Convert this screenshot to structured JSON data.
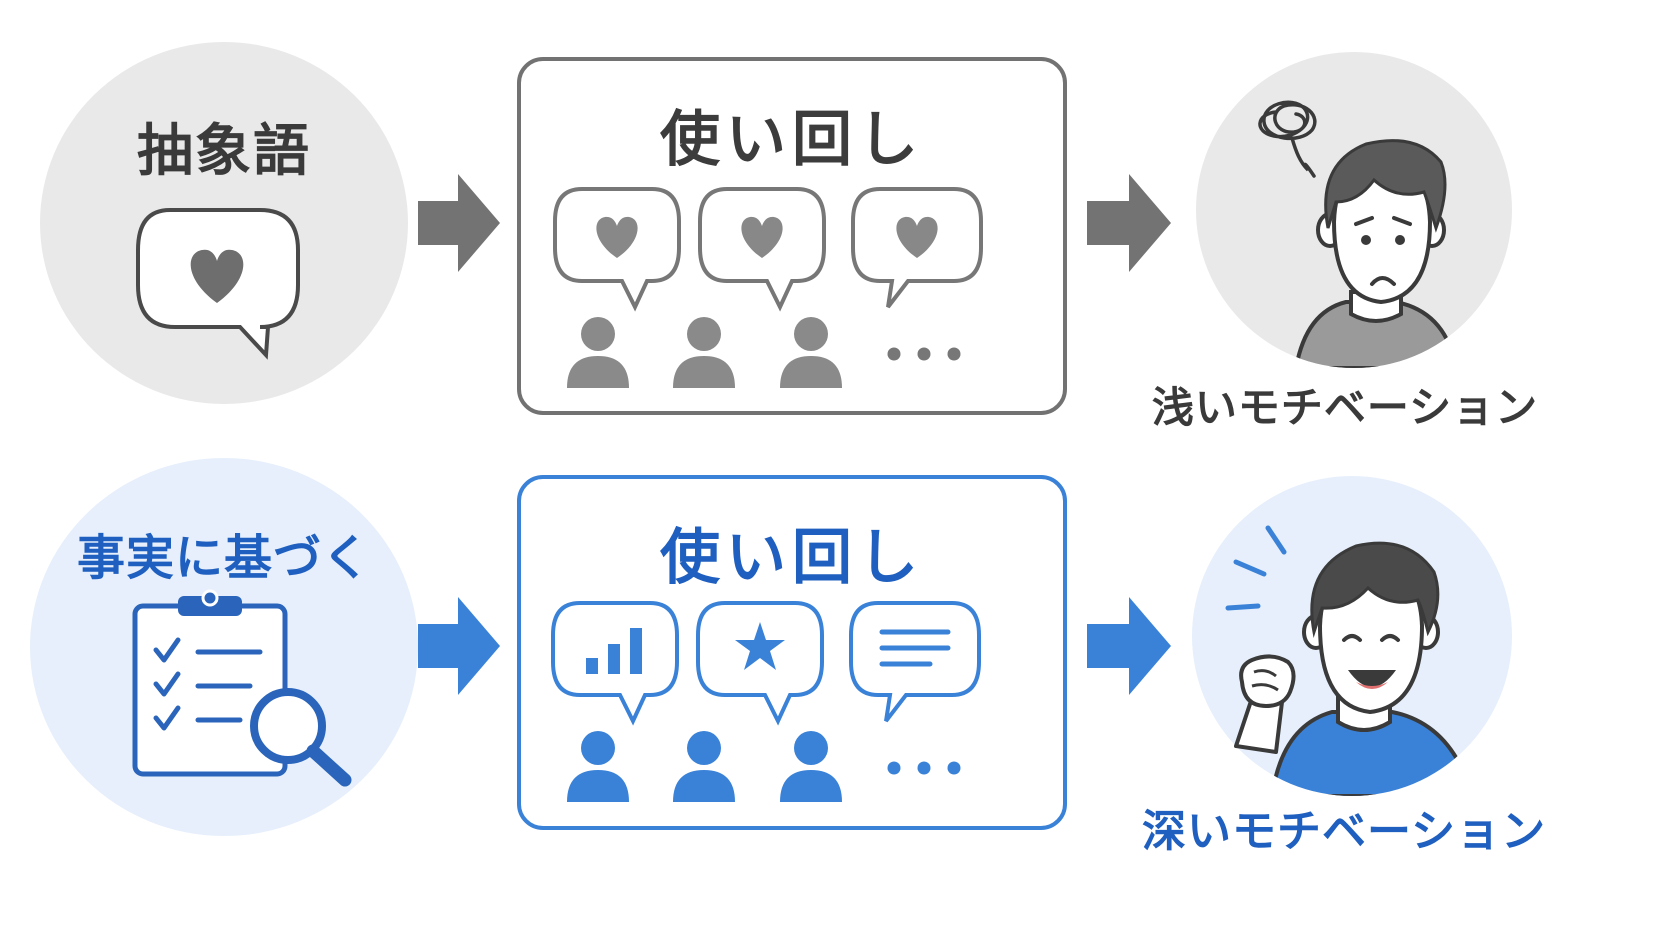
{
  "top_row": {
    "start_label": "抽象語",
    "box_title": "使い回し",
    "result_label": "浅いモチベーション"
  },
  "bottom_row": {
    "start_label": "事実に基づく",
    "box_title": "使い回し",
    "result_label": "深いモチベーション"
  },
  "colors": {
    "gray_main": "#727272",
    "gray_icon": "#888888",
    "gray_bg": "#e9e9e9",
    "blue_main": "#3a82d8",
    "blue_text": "#1f5fbf",
    "blue_bg": "#e6effb"
  },
  "icons": {
    "top": [
      "speech-bubble-heart-icon",
      "arrow-right-icon",
      "person-icon",
      "ellipsis-icon",
      "worried-person-icon"
    ],
    "bottom": [
      "clipboard-magnifier-icon",
      "arrow-right-icon",
      "bar-chart-bubble-icon",
      "star-bubble-icon",
      "text-lines-bubble-icon",
      "person-icon",
      "ellipsis-icon",
      "motivated-person-icon"
    ]
  }
}
